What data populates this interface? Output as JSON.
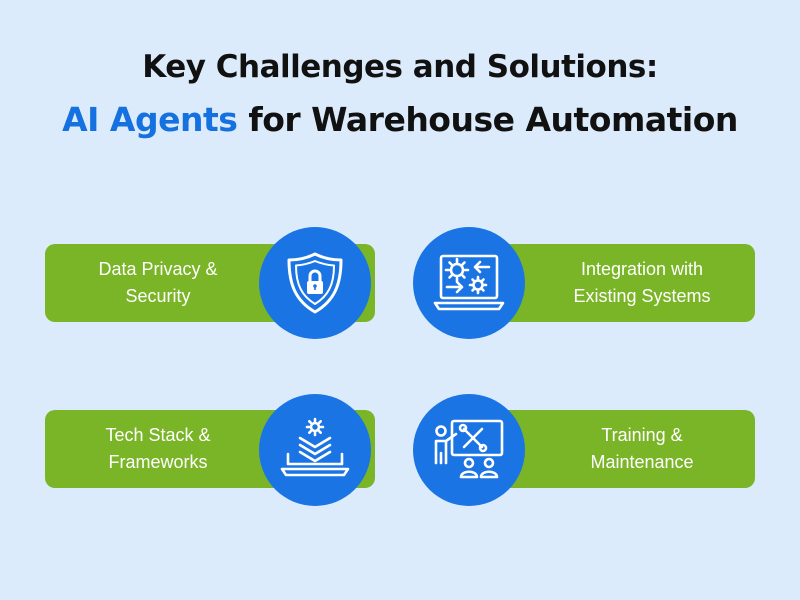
{
  "title": {
    "line1": "Key Challenges and Solutions:",
    "line2_accent": "AI Agents",
    "line2_rest": " for Warehouse Automation"
  },
  "colors": {
    "background": "#dcebfb",
    "card_green": "#7ab527",
    "circle_blue": "#1a74e4",
    "accent_blue": "#1570e0",
    "title_text": "#111111"
  },
  "items": [
    {
      "line1": "Data Privacy &",
      "line2": "Security",
      "icon": "shield-lock-icon"
    },
    {
      "line1": "Integration with",
      "line2": "Existing Systems",
      "icon": "laptop-gears-icon"
    },
    {
      "line1": "Tech Stack &",
      "line2": "Frameworks",
      "icon": "laptop-layers-icon"
    },
    {
      "line1": "Training &",
      "line2": "Maintenance",
      "icon": "training-board-icon"
    }
  ]
}
